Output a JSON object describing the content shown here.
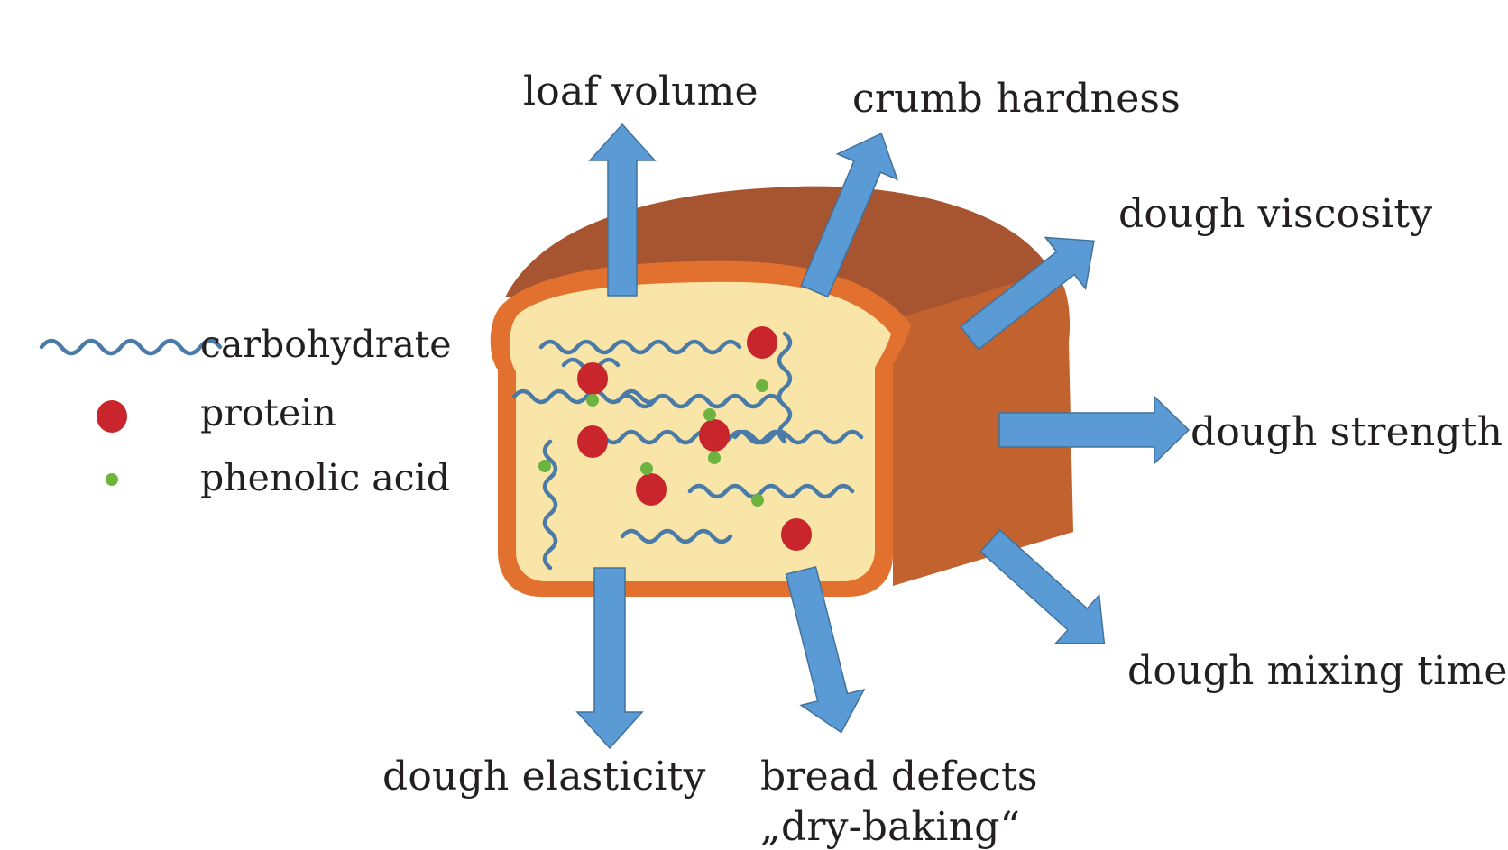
{
  "legend": {
    "carbohydrate": "carbohydrate",
    "protein": "protein",
    "phenolic_acid": "phenolic acid"
  },
  "effects": {
    "loaf_volume": "loaf volume",
    "crumb_hardness": "crumb hardness",
    "dough_viscosity": "dough viscosity",
    "dough_strength": "dough strength",
    "dough_mixing_time": "dough mixing time",
    "dough_elasticity": "dough elasticity",
    "bread_defects_line1": "bread defects",
    "bread_defects_line2": "„dry-baking“"
  },
  "colors": {
    "crust_dark": "#a0522d",
    "crust_side": "#c0602f",
    "crust_rim": "#e06f2c",
    "crumb": "#f8e4a6",
    "arrow": "#5b9bd5",
    "arrow_edge": "#41719c",
    "carbohydrate": "#4a7aa8",
    "protein": "#c8262c",
    "phenolic_acid": "#6db33f"
  }
}
